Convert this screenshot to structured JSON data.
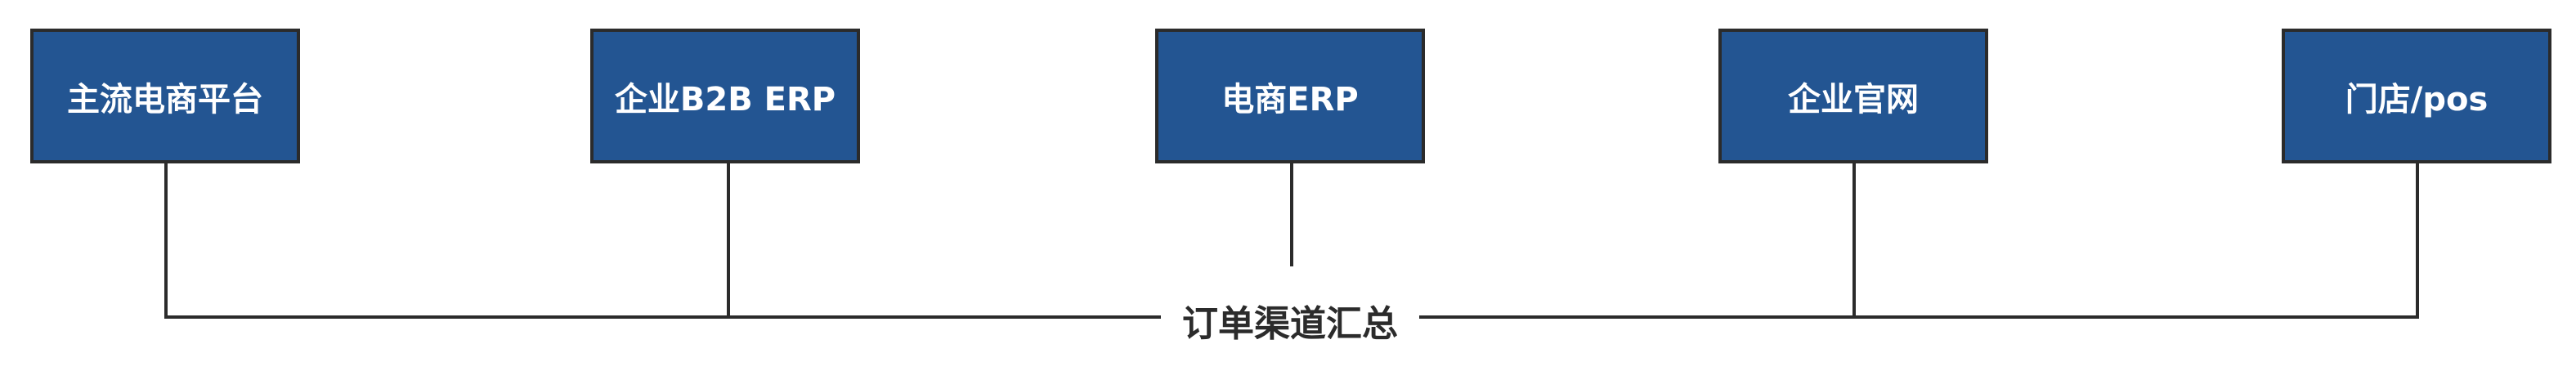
{
  "diagram": {
    "nodes": [
      {
        "label": "主流电商平台"
      },
      {
        "label": "企业B2B ERP"
      },
      {
        "label": "电商ERP"
      },
      {
        "label": "企业官网"
      },
      {
        "label": "门店/pos"
      }
    ],
    "summary_label": "订单渠道汇总"
  },
  "colors": {
    "box_fill": "#235592",
    "box_border": "#2b2b2b",
    "box_text": "#ffffff",
    "line": "#2b2b2b",
    "summary_text": "#2b2b2b"
  }
}
